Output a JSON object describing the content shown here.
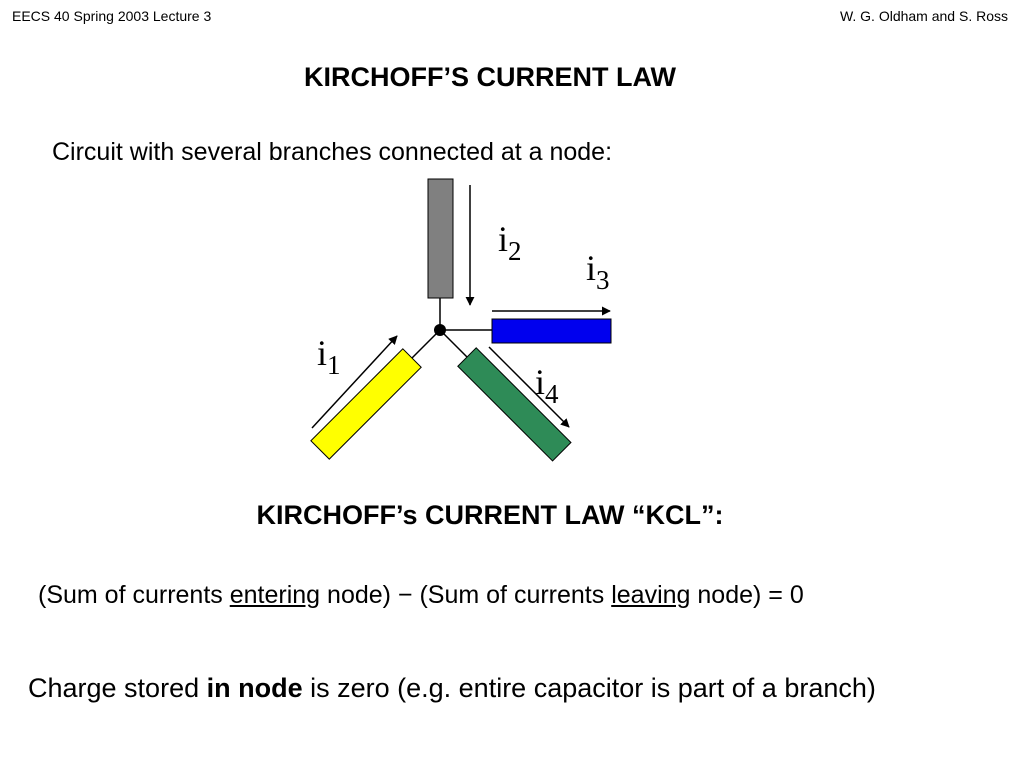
{
  "header": {
    "left": "EECS 40  Spring 2003  Lecture 3",
    "right": "W. G. Oldham and S. Ross"
  },
  "title": "KIRCHOFF’S CURRENT LAW",
  "intro": "Circuit with several branches connected at a node:",
  "diagram": {
    "labels": {
      "i1": {
        "base": "i",
        "sub": "1"
      },
      "i2": {
        "base": "i",
        "sub": "2"
      },
      "i3": {
        "base": "i",
        "sub": "3"
      },
      "i4": {
        "base": "i",
        "sub": "4"
      }
    },
    "colors": {
      "branch_top": "#808080",
      "branch_right": "#0000ee",
      "branch_left": "#ffff00",
      "branch_bottom": "#2e8b57",
      "wire": "#000000"
    }
  },
  "kcl_heading": "KIRCHOFF’s CURRENT LAW  “KCL”:",
  "equation": {
    "part1": "(Sum of currents ",
    "entering": "entering",
    "part2": " node) − (Sum of currents ",
    "leaving": "leaving",
    "part3": " node) = 0"
  },
  "charge": {
    "part1": "Charge stored ",
    "bold": "in node",
    "part2": " is zero (e.g. entire capacitor is part of a branch)"
  }
}
